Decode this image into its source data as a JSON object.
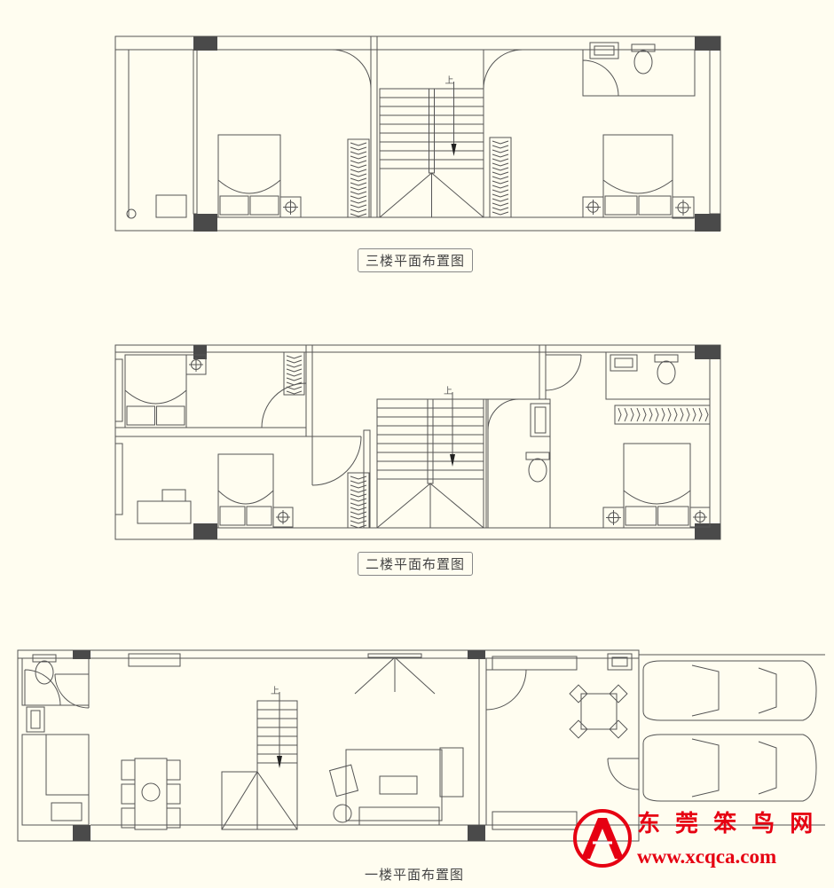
{
  "labels": {
    "floor3": "三楼平面布置图",
    "floor2": "二楼平面布置图",
    "floor1": "一楼平面布置图"
  },
  "stair_mark": "上",
  "watermark": {
    "name": "东 莞 笨 鸟 网",
    "url": "www.xcqca.com",
    "logo_text": "A"
  },
  "colors": {
    "background": "#fffdf0",
    "line": "#555555",
    "column": "#4a4a4a",
    "watermark": "#e60012"
  }
}
